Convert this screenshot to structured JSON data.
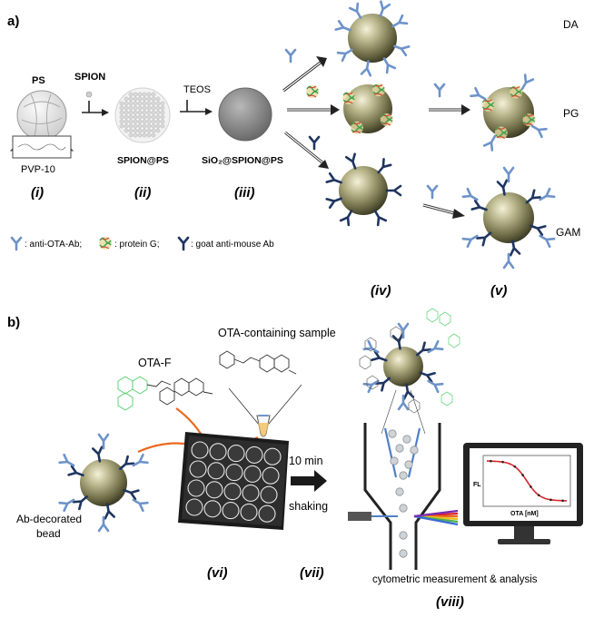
{
  "panels": {
    "a_label": "a)",
    "b_label": "b)"
  },
  "panel_a": {
    "ps_label": "PS",
    "pvp_label": "PVP-10",
    "spion_reagent": "SPION",
    "teos_reagent": "TEOS",
    "spion_ps_label": "SPION@PS",
    "sio2_label": "SiO₂@SPION@PS",
    "roman": [
      "(i)",
      "(ii)",
      "(iii)",
      "(iv)",
      "(v)"
    ],
    "strategies": [
      "DA",
      "PG",
      "GAM"
    ],
    "legend": {
      "anti_ota": ": anti-OTA-Ab;",
      "protein_g": ": protein G;",
      "goat": ": goat anti-mouse Ab"
    }
  },
  "panel_b": {
    "ota_sample": "OTA-containing sample",
    "ota_f": "OTA-F",
    "bead_label_1": "Ab-decorated",
    "bead_label_2": "bead",
    "time": "10 min",
    "shaking": "shaking",
    "measurement": "cytometric measurement & analysis",
    "roman": [
      "(vi)",
      "(vii)",
      "(viii)"
    ],
    "chart": {
      "ylabel": "FL",
      "xlabel": "OTA [nM]"
    }
  },
  "colors": {
    "antibody_light": "#6d93c9",
    "antibody_dark": "#1f3560",
    "bead": "#8c8a63",
    "ota_f_green": "#4fcf6b",
    "sigmoid_red": "#d8262c",
    "orange_arrow": "#e96a1e"
  }
}
